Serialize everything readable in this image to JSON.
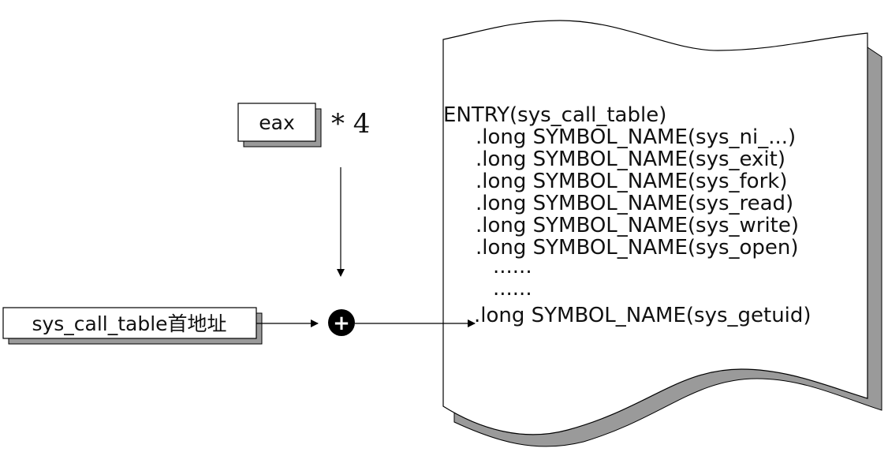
{
  "register_box": {
    "label": "eax"
  },
  "multiplier": {
    "label": "* 4"
  },
  "base_box": {
    "label": "sys_call_table首地址"
  },
  "adder": {
    "symbol": "+"
  },
  "table": {
    "header": "ENTRY(sys_call_table)",
    "entries": [
      ".long SYMBOL_NAME(sys_ni_...)",
      ".long SYMBOL_NAME(sys_exit)",
      ".long SYMBOL_NAME(sys_fork)",
      ".long SYMBOL_NAME(sys_read)",
      ".long SYMBOL_NAME(sys_write)",
      ".long SYMBOL_NAME(sys_open)"
    ],
    "ellipsis_1": "......",
    "ellipsis_2": "......",
    "target_entry": ".long SYMBOL_NAME(sys_getuid)"
  },
  "colors": {
    "shadow": "#9a9a9a",
    "stroke": "#000000",
    "fill": "#ffffff"
  }
}
